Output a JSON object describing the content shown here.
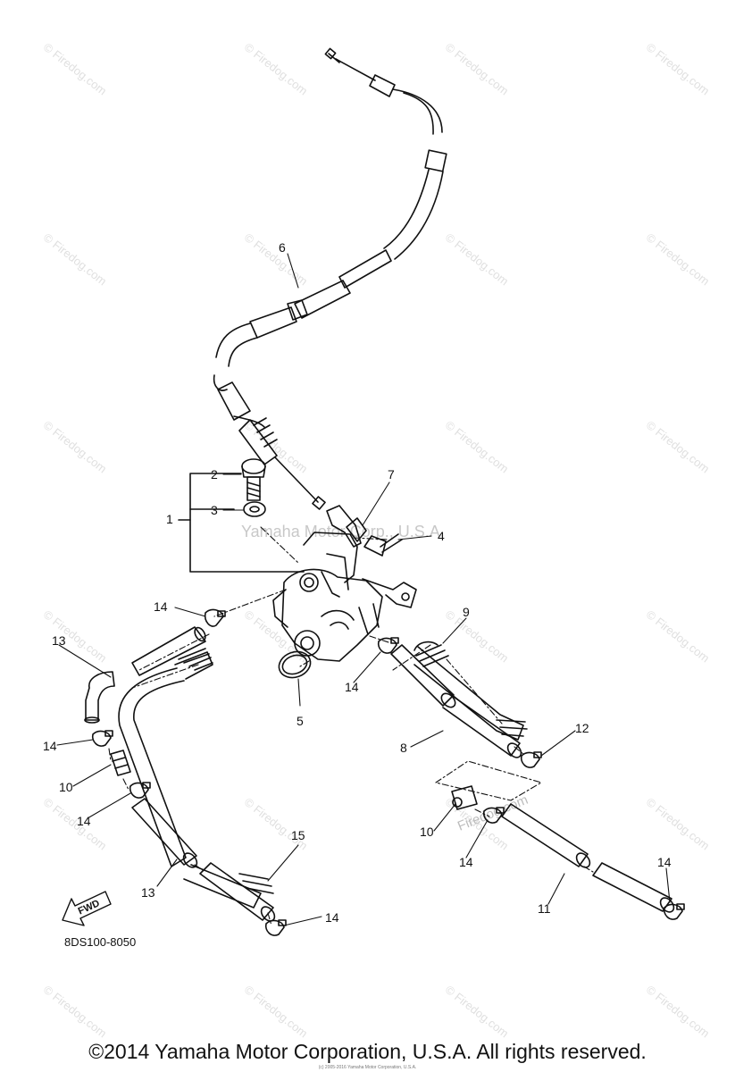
{
  "diagram": {
    "callouts": {
      "c1": "1",
      "c2": "2",
      "c3": "3",
      "c4": "4",
      "c5": "5",
      "c6": "6",
      "c7": "7",
      "c8": "8",
      "c9": "9",
      "c10a": "10",
      "c10b": "10",
      "c11": "11",
      "c12": "12",
      "c13a": "13",
      "c13b": "13",
      "c14a": "14",
      "c14b": "14",
      "c14c": "14",
      "c14d": "14",
      "c14e": "14",
      "c14f": "14",
      "c14g": "14",
      "c15": "15"
    },
    "fwd_label": "FWD",
    "part_number": "8DS100-8050"
  },
  "watermarks": {
    "firedog": "© Firedog.com",
    "center": "Yamaha Motor Corp., U.S.A.",
    "small": "Firedog.com"
  },
  "footer": {
    "copyright": "©2014 Yamaha Motor Corporation, U.S.A. All rights reserved.",
    "tiny": "(c) 2005-2016 Yamaha Motor Corporation, U.S.A."
  },
  "colors": {
    "ink": "#111111",
    "watermark": "#e0e0e0"
  }
}
